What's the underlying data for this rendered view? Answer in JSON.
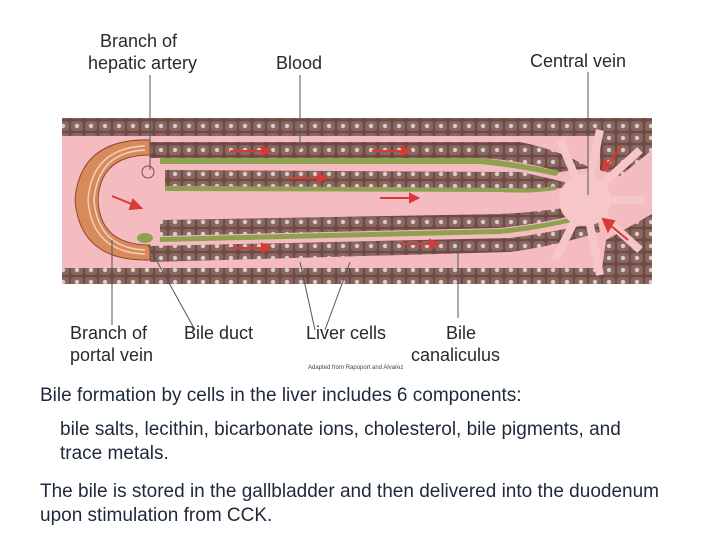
{
  "diagram": {
    "labels": {
      "hepatic_artery_line1": "Branch of",
      "hepatic_artery_line2": "hepatic artery",
      "blood": "Blood",
      "central_vein": "Central vein",
      "portal_vein_line1": "Branch of",
      "portal_vein_line2": "portal vein",
      "bile_duct": "Bile duct",
      "liver_cells": "Liver cells",
      "bile_canaliculus_line1": "Bile",
      "bile_canaliculus_line2": "canaliculus"
    },
    "credit": "Adapted from Rapoport and Alvarez",
    "colors": {
      "sinusoid": "#f4bcc0",
      "hepatocyte": "#7a5650",
      "bile_green": "#8fa150",
      "arrow": "#d83a36",
      "duct_orange": "#d88a5c"
    }
  },
  "text": {
    "heading": "Bile formation by cells in the liver includes 6 components:",
    "components": "bile salts, lecithin, bicarbonate ions, cholesterol, bile pigments, and trace metals.",
    "storage": "The bile is stored in the gallbladder and then delivered into the duodenum upon stimulation from CCK."
  }
}
